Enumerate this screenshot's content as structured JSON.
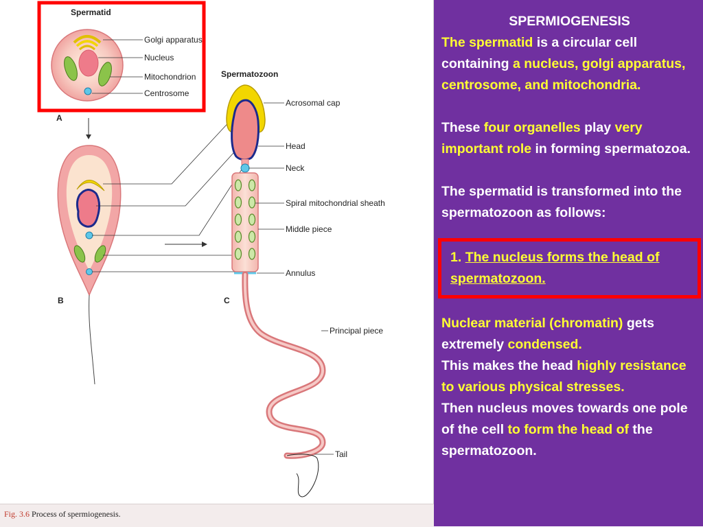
{
  "figure": {
    "spermatid_title": "Spermatid",
    "spermatozoon_title": "Spermatozoon",
    "labels": {
      "golgi": "Golgi apparatus",
      "nucleus": "Nucleus",
      "mitochondrion": "Mitochondrion",
      "centrosome": "Centrosome",
      "acrosomal_cap": "Acrosomal cap",
      "head": "Head",
      "neck": "Neck",
      "spiral_sheath": "Spiral mitochondrial sheath",
      "middle_piece": "Middle piece",
      "annulus": "Annulus",
      "principal_piece": "Principal piece",
      "tail": "Tail"
    },
    "stages": {
      "a": "A",
      "b": "B",
      "c": "C"
    },
    "caption_fig": "Fig. 3.6",
    "caption_text": "Process of spermiogenesis."
  },
  "text": {
    "title": "SPERMIOGENESIS",
    "p1": [
      {
        "t": "The spermatid",
        "hl": true
      },
      {
        "t": " is a circular cell containing ",
        "hl": false
      },
      {
        "t": "a nucleus, golgi apparatus, centrosome, and mitochondria.",
        "hl": true
      }
    ],
    "p2": [
      {
        "t": "These ",
        "hl": false
      },
      {
        "t": "four organelles",
        "hl": true
      },
      {
        "t": " play ",
        "hl": false
      },
      {
        "t": "very important role",
        "hl": true
      },
      {
        "t": " in forming spermatozoa.",
        "hl": false
      }
    ],
    "p3": "The spermatid is transformed into the spermatozoon as follows:",
    "boxed_num": "1. ",
    "boxed_text": "The nucleus forms the head of spermatozoon.",
    "p4": [
      {
        "t": "Nuclear material (chromatin)",
        "hl": true
      },
      {
        "t": " gets extremely ",
        "hl": false
      },
      {
        "t": "condensed.",
        "hl": true
      }
    ],
    "p5": [
      {
        "t": "This makes the head ",
        "hl": false
      },
      {
        "t": "highly resistance to various physical stresses.",
        "hl": true
      }
    ],
    "p6": [
      {
        "t": "Then nucleus moves towards one pole of the cell ",
        "hl": false
      },
      {
        "t": "to form the head of",
        "hl": true
      },
      {
        "t": " the spermatozoon.",
        "hl": false
      }
    ]
  },
  "colors": {
    "panel": "#7030a0",
    "highlight": "#ffff33",
    "red_box": "#ff0000",
    "cell_pink": "#f2a6a6",
    "golgi_yellow": "#f2d600",
    "mito_green": "#8bc34a",
    "centrosome_blue": "#5fc7e8"
  }
}
